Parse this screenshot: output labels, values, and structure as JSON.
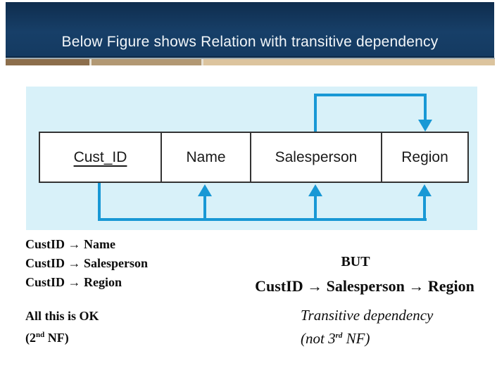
{
  "title_bar": {
    "title": "Below Figure shows Relation with transitive dependency",
    "bg_color": "#143a61",
    "text_color": "#f2f6f9"
  },
  "accent_stripes": [
    {
      "name": "dark-tan-stripe",
      "color": "#8c6e4c"
    },
    {
      "name": "medium-tan-stripe",
      "color": "#b29873"
    },
    {
      "name": "light-tan-stripe",
      "color": "#dcc49e"
    }
  ],
  "diagram": {
    "panel_bg": "#d8f1f9",
    "arrow_color": "#1898d5",
    "border_color": "#333333",
    "columns": [
      {
        "label": "Cust_ID",
        "primary_key": true
      },
      {
        "label": "Name",
        "primary_key": false
      },
      {
        "label": "Salesperson",
        "primary_key": false
      },
      {
        "label": "Region",
        "primary_key": false
      }
    ],
    "top_arrow": "Salesperson determines Region",
    "bottom_arrows": "Cust_ID determines Name, Salesperson and Region"
  },
  "left_notes": {
    "dependencies": [
      "CustID → Name",
      "CustID → Salesperson",
      "CustID → Region"
    ],
    "ok_line": "All this is OK",
    "nf_prefix": "(2",
    "nf_sup": "nd",
    "nf_suffix": " NF)"
  },
  "right_notes": {
    "but": "BUT",
    "chain": "CustID → Salesperson → Region",
    "transitive": "Transitive dependency",
    "nf_prefix": "(not 3",
    "nf_sup": "rd",
    "nf_suffix": " NF)"
  }
}
